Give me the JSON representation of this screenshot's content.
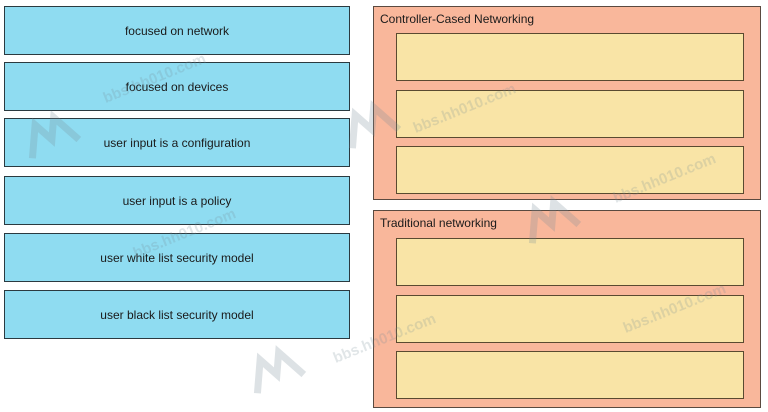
{
  "items": [
    {
      "label": "focused on network"
    },
    {
      "label": "focused on devices"
    },
    {
      "label": "user input is a configuration"
    },
    {
      "label": "user input is a policy"
    },
    {
      "label": "user white list security model"
    },
    {
      "label": "user black list security model"
    }
  ],
  "groups": [
    {
      "title": "Controller-Cased Networking",
      "slots": 3
    },
    {
      "title": "Traditional networking",
      "slots": 3
    }
  ],
  "watermark": {
    "text": "bbs.hh010.com"
  },
  "colors": {
    "item_fill": "#8fdcf1",
    "group_fill": "#f9b79b",
    "slot_fill": "#f9e4a6"
  }
}
